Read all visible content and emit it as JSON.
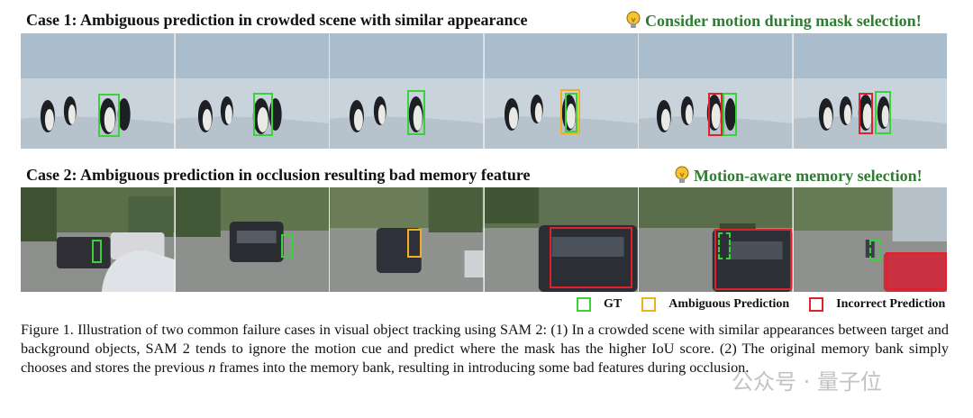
{
  "case1": {
    "title": "Case 1: Ambiguous prediction in crowded scene with similar appearance",
    "hint": "Consider motion during mask selection!",
    "frames": [
      {
        "boxes": [
          "gt"
        ]
      },
      {
        "boxes": [
          "gt"
        ]
      },
      {
        "boxes": [
          "gt"
        ]
      },
      {
        "boxes": [
          "gt",
          "ambiguous"
        ]
      },
      {
        "boxes": [
          "gt",
          "incorrect"
        ]
      },
      {
        "boxes": [
          "gt",
          "incorrect"
        ]
      }
    ]
  },
  "case2": {
    "title": "Case 2: Ambiguous prediction in occlusion resulting bad memory feature",
    "hint": "Motion-aware memory selection!"
  },
  "legend": {
    "gt_label": "GT",
    "ambiguous_label": "Ambiguous Prediction",
    "incorrect_label": "Incorrect Prediction"
  },
  "colors": {
    "gt": "#39d339",
    "ambiguous": "#f0b020",
    "incorrect": "#e0202a",
    "hint": "#2e7d32"
  },
  "caption": {
    "part1": "Figure 1. Illustration of two common failure cases in visual object tracking using SAM 2: (1) In a crowded scene with similar appearances between target and background objects, SAM 2 tends to ignore the motion cue and predict where the mask has the higher IoU score. (2) The original memory bank simply chooses and stores the previous ",
    "var": "n",
    "part2": " frames into the memory bank, resulting in introducing some bad features during occlusion."
  },
  "watermark": "公众号 · 量子位"
}
